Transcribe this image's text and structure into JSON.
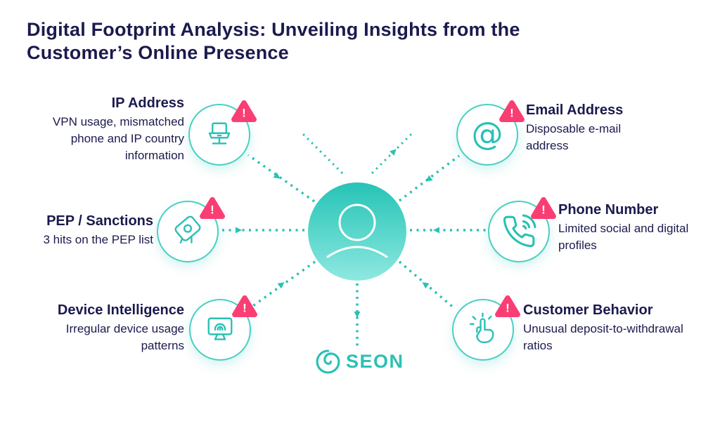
{
  "title": {
    "line1": "Digital Footprint Analysis: Unveiling Insights from the",
    "line2": "Customer’s Online Presence"
  },
  "colors": {
    "navy": "#1B1A4E",
    "teal": "#2AC1B5",
    "pink": "#FA3E74",
    "center_gradient_top": "#26C3B6",
    "center_gradient_bottom": "#8FE8E0",
    "background": "#FFFFFF"
  },
  "center": {
    "icon": "person-icon"
  },
  "badge": {
    "symbol": "!"
  },
  "nodes": [
    {
      "id": "ip-address",
      "title": "IP Address",
      "description": "VPN usage, mismatched phone and IP country information",
      "icon": "laptop-icon",
      "align": "right",
      "alert": true
    },
    {
      "id": "email-address",
      "title": "Email Address",
      "description": "Disposable e-mail address",
      "icon": "at-sign-icon",
      "align": "left",
      "alert": true
    },
    {
      "id": "pep-sanctions",
      "title": "PEP / Sanctions",
      "description": "3 hits on the PEP list",
      "icon": "stamp-icon",
      "align": "right",
      "alert": true
    },
    {
      "id": "phone-number",
      "title": "Phone Number",
      "description": "Limited social and digital profiles",
      "icon": "phone-icon",
      "align": "left",
      "alert": true
    },
    {
      "id": "device-intelligence",
      "title": "Device Intelligence",
      "description": "Irregular device usage patterns",
      "icon": "monitor-fingerprint-icon",
      "align": "right",
      "alert": true
    },
    {
      "id": "customer-behavior",
      "title": "Customer Behavior",
      "description": "Unusual deposit-to-withdrawal ratios",
      "icon": "click-hand-icon",
      "align": "left",
      "alert": true
    }
  ],
  "logo": {
    "text": "SEON",
    "icon": "seon-spiral-icon"
  }
}
